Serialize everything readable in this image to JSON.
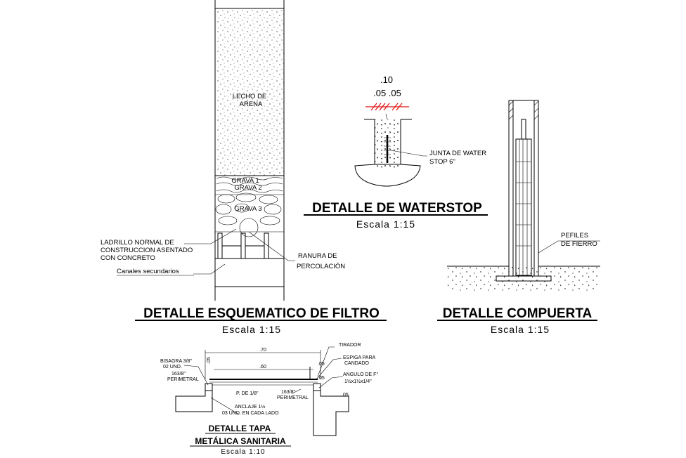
{
  "filter": {
    "label_lecho": "LECHO DE",
    "label_arena": "ARENA",
    "label_grava1": "GRAVA 1",
    "label_grava2": "GRAVA 2",
    "label_grava3": "GRAVA 3",
    "note_ladrillo_1": "LADRILLO NORMAL DE",
    "note_ladrillo_2": "CONSTRUCCION ASENTADO",
    "note_ladrillo_3": "CON CONCRETO",
    "note_canales": "Canales secundarios",
    "note_ranura_1": "RANURA DE",
    "note_ranura_2": "PERCOLACIÓN",
    "title": "DETALLE ESQUEMATICO DE FILTRO",
    "scale": "Escala  1:15"
  },
  "waterstop": {
    "dim_top": ".10",
    "dim_sub": ".05 .05",
    "note_1": "JUNTA DE WATER",
    "note_2": "STOP 6\"",
    "title": "DETALLE DE WATERSTOP",
    "scale": "Escala  1:15"
  },
  "compuerta": {
    "note_1": "PEFILES",
    "note_2": "DE FIERRO",
    "title": "DETALLE COMPUERTA",
    "scale": "Escala  1:15"
  },
  "tapa": {
    "dim_70": ".70",
    "dim_60": ".60",
    "dim_05a": ".05",
    "dim_05b": ".05",
    "dim_05c": ".05",
    "dim_05d": ".05",
    "bisagra_1": "BISAGRA 3/8\"",
    "bisagra_2": "02 UND.",
    "bisagra_3": "163/8\"",
    "bisagra_4": "PERIMETRAL",
    "tirador": "TIRADOR",
    "espiga_1": "ESPIGA PARA",
    "espiga_2": "CANDADO",
    "angulo_1": "ANGULO DE F°",
    "angulo_2": "1½x1½x1/4\"",
    "plancha": "P. DE 1/8\"",
    "perim_1": "163/8\"",
    "perim_2": "PERIMETRAL",
    "anclaje_1": "ANCLAJE 1½",
    "anclaje_2": "03 UND. EN CADA LADO",
    "title_1": "DETALLE TAPA",
    "title_2": "METÁLICA SANITARIA",
    "scale": "Escala  1:10"
  }
}
